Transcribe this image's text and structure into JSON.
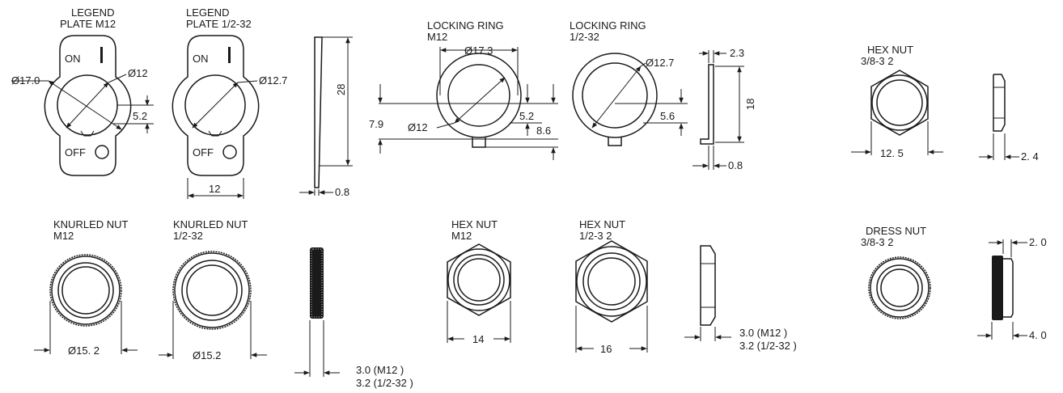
{
  "parts": {
    "legend_m12": {
      "title1": "LEGEND",
      "title2": "PLATE M12",
      "on": "ON",
      "off": "OFF",
      "d_outer": "Ø17.0",
      "d_inner": "Ø12",
      "dim_h": "5.2"
    },
    "legend_12": {
      "title1": "LEGEND",
      "title2": "PLATE 1/2-32",
      "on": "ON",
      "off": "OFF",
      "d_inner": "Ø12.7",
      "width": "12"
    },
    "plate_side": {
      "height": "28",
      "thick": "0.8"
    },
    "ring_m12": {
      "title1": "LOCKING RING",
      "title2": "M12",
      "d_outer": "Ø17.3",
      "d_inner": "Ø12",
      "dim_a": "7.9",
      "dim_b": "5.2",
      "dim_c": "8.6"
    },
    "ring_12": {
      "title1": "LOCKING RING",
      "title2": "1/2-32",
      "d_inner": "Ø12.7",
      "dim_b": "5.6"
    },
    "ring_side": {
      "height": "18",
      "top": "2.3",
      "thick": "0.8"
    },
    "hex_38": {
      "title1": "HEX NUT",
      "title2": "3/8-3 2",
      "width": "12. 5",
      "thick": "2. 4"
    },
    "knurl_m12": {
      "title1": "KNURLED NUT",
      "title2": "M12",
      "dia": "Ø15. 2"
    },
    "knurl_12": {
      "title1": "KNURLED NUT",
      "title2": "1/2-32",
      "dia": "Ø15.2"
    },
    "knurl_side": {
      "thick1": "3.0 (M12 )",
      "thick2": "3.2 (1/2-32 )"
    },
    "hex_m12": {
      "title1": "HEX NUT",
      "title2": "M12",
      "width": "14"
    },
    "hex_12": {
      "title1": "HEX NUT",
      "title2": "1/2-3 2",
      "width": "16"
    },
    "hex_side": {
      "thick1": "3.0 (M12 )",
      "thick2": "3.2 (1/2-32 )"
    },
    "dress_38": {
      "title1": "DRESS NUT",
      "title2": "3/8-3 2",
      "top": "2. 0",
      "bottom": "4. 0"
    }
  }
}
